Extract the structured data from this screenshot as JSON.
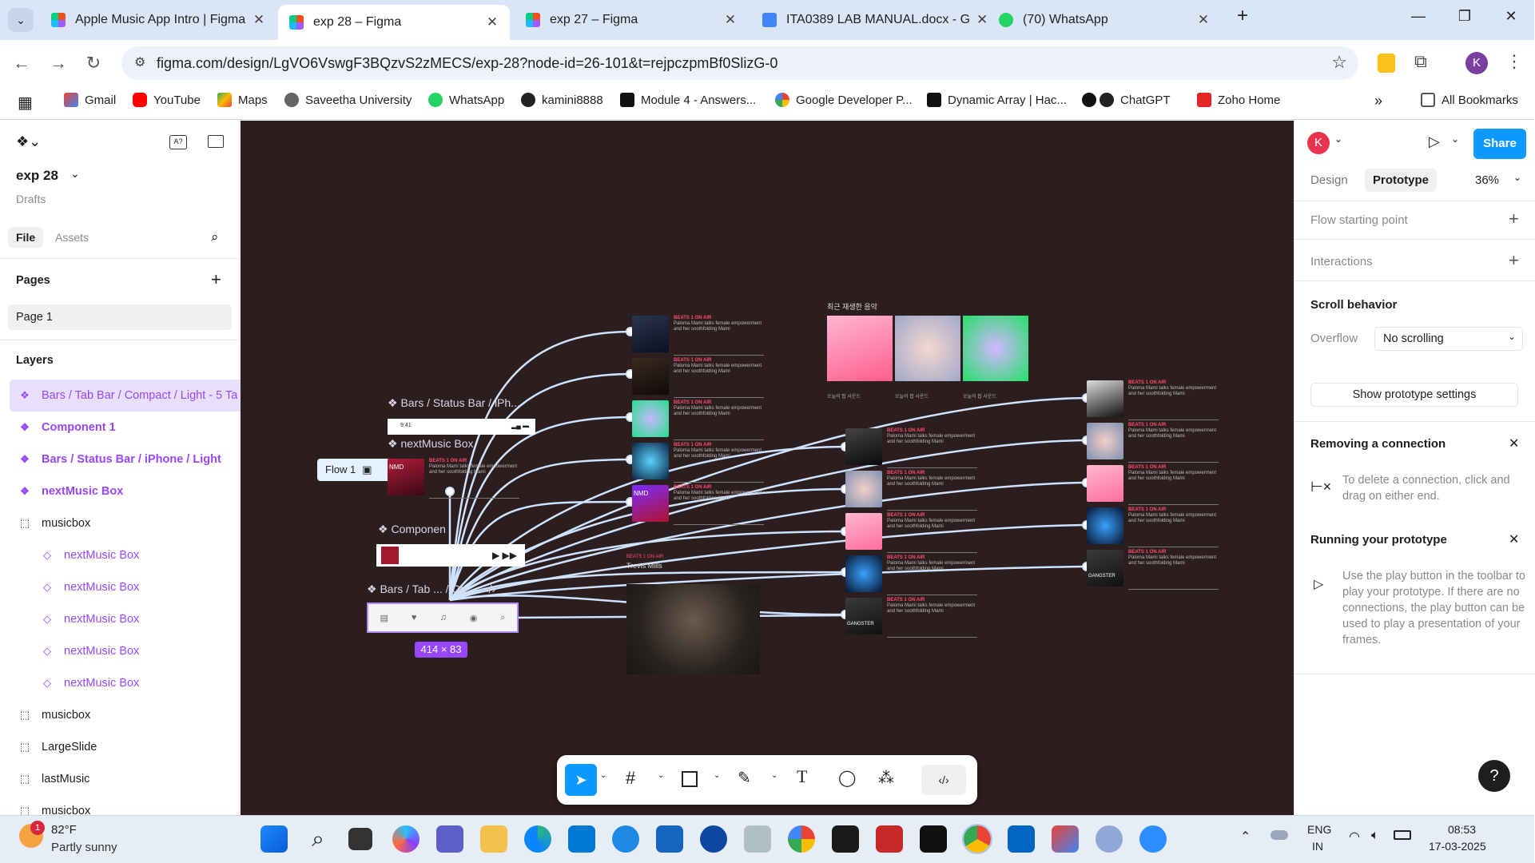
{
  "browser": {
    "tabs": [
      {
        "title": "Apple Music App Intro | Figma",
        "active": false
      },
      {
        "title": "exp 28 – Figma",
        "active": true
      },
      {
        "title": "exp 27 – Figma",
        "active": false
      },
      {
        "title": "ITA0389 LAB MANUAL.docx - G",
        "active": false
      },
      {
        "title": "(70) WhatsApp",
        "active": false
      }
    ],
    "url": "figma.com/design/LgVO6VswgF3BQzvS2zMECS/exp-28?node-id=26-101&t=rejpczpmBf0SlizG-0",
    "profile_initial": "K",
    "bookmarks": [
      "Gmail",
      "YouTube",
      "Maps",
      "Saveetha University",
      "WhatsApp",
      "kamini8888",
      "Module 4 - Answers...",
      "Google Developer P...",
      "Dynamic Array | Hac...",
      "ChatGPT",
      "Zoho Home"
    ],
    "all_bookmarks": "All Bookmarks"
  },
  "left_panel": {
    "file_name": "exp 28",
    "location": "Drafts",
    "tabs": [
      "File",
      "Assets"
    ],
    "pages_heading": "Pages",
    "pages": [
      "Page 1"
    ],
    "layers_heading": "Layers",
    "layers": [
      {
        "label": "Bars / Tab Bar / Compact / Light - 5 Ta",
        "kind": "component",
        "indent": 0
      },
      {
        "label": "Component 1",
        "kind": "component",
        "indent": 0
      },
      {
        "label": "Bars / Status Bar / iPhone / Light",
        "kind": "component",
        "indent": 0
      },
      {
        "label": "nextMusic Box",
        "kind": "component",
        "indent": 0
      },
      {
        "label": "musicbox",
        "kind": "frame",
        "indent": 0
      },
      {
        "label": "nextMusic Box",
        "kind": "instance",
        "indent": 1
      },
      {
        "label": "nextMusic Box",
        "kind": "instance",
        "indent": 1
      },
      {
        "label": "nextMusic Box",
        "kind": "instance",
        "indent": 1
      },
      {
        "label": "nextMusic Box",
        "kind": "instance",
        "indent": 1
      },
      {
        "label": "nextMusic Box",
        "kind": "instance",
        "indent": 1
      },
      {
        "label": "musicbox",
        "kind": "frame",
        "indent": 0
      },
      {
        "label": "LargeSlide",
        "kind": "frame",
        "indent": 0
      },
      {
        "label": "lastMusic",
        "kind": "frame",
        "indent": 0
      },
      {
        "label": "musicbox",
        "kind": "frame",
        "indent": 0
      }
    ]
  },
  "canvas": {
    "labels": {
      "status_bar": "Bars / Status Bar / iPh...",
      "next_music": "nextMusic Box",
      "component": "Componen",
      "tab_bar": "Bars / Tab ... / Co...",
      "flow": "Flow 1",
      "size": "414 × 83",
      "time": "9:41",
      "korean_title": "최근 재생한 음악",
      "sub": "오늘의 팝 사운드"
    },
    "card_tag": "BEATS 1 ON AIR",
    "card_body": "Paloma Mami talks female empowerment and her soothfolding Mami",
    "big_tag": "BEATS 1 ON AIR",
    "big_title": "Trevis Mills",
    "gangster": "GANGSTER",
    "nmd": "NMD"
  },
  "right_panel": {
    "avatar": "K",
    "share": "Share",
    "tabs": [
      "Design",
      "Prototype"
    ],
    "zoom": "36%",
    "flow_start": "Flow starting point",
    "interactions": "Interactions",
    "scroll_behavior": "Scroll behavior",
    "overflow_label": "Overflow",
    "overflow_value": "No scrolling",
    "show_settings": "Show prototype settings",
    "removing_title": "Removing a connection",
    "removing_text": "To delete a connection, click and drag on either end.",
    "running_title": "Running your prototype",
    "running_text": "Use the play button in the toolbar to play your prototype. If there are no connections, the play button can be used to play a presentation of your frames.",
    "help": "?"
  },
  "taskbar": {
    "weather_temp": "82°F",
    "weather_desc": "Partly sunny",
    "weather_badge": "1",
    "lang": "ENG",
    "region": "IN",
    "time": "08:53",
    "date": "17-03-2025"
  },
  "colors": {
    "canvas_bg": "#2c1d1e",
    "accent": "#0d99ff",
    "component": "#9747ff",
    "link": "#cfe3ff"
  }
}
